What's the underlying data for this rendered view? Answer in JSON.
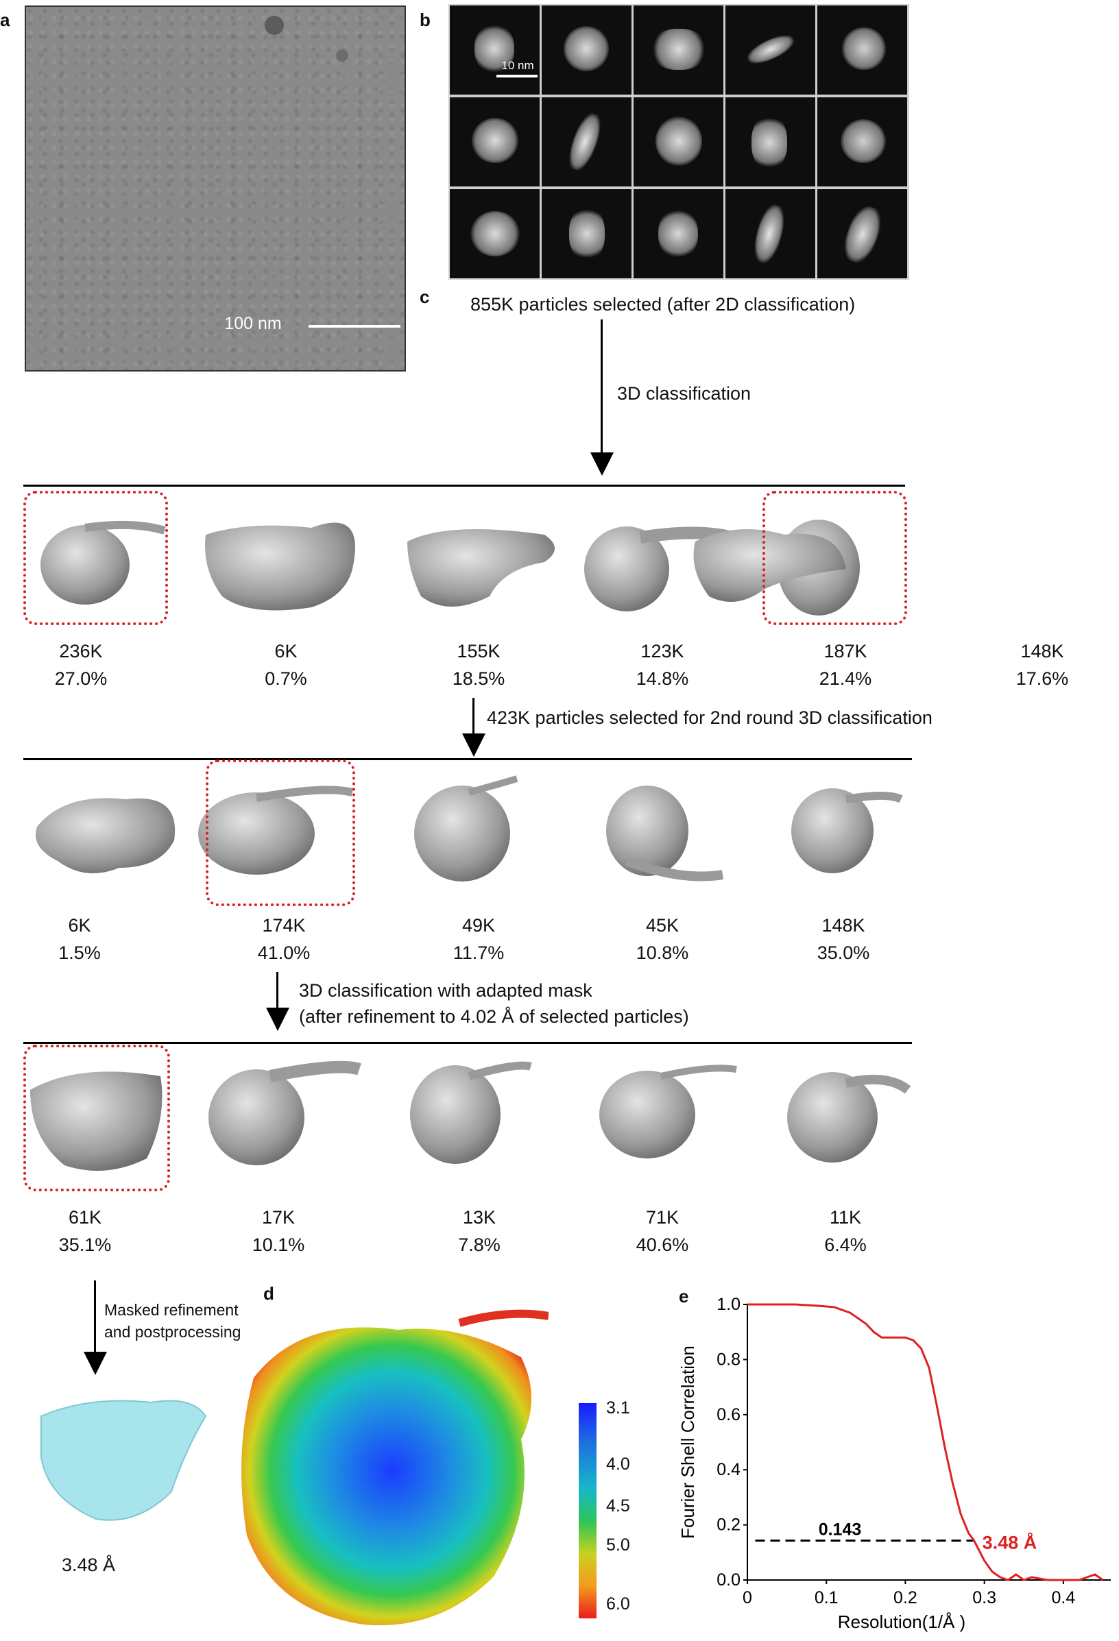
{
  "panels": {
    "a": "a",
    "b": "b",
    "c": "c",
    "d": "d",
    "e": "e"
  },
  "scalebars": {
    "micrograph": "100 nm",
    "class2d": "10 nm"
  },
  "flow": {
    "start": "855K particles selected (after 2D classification)",
    "step1": "3D classification",
    "step2": "423K particles selected for 2nd round 3D classification",
    "step3_line1": "3D classification with adapted mask",
    "step3_line2": "(after refinement to 4.02 Å  of  selected particles)",
    "step4_line1": "Masked refinement",
    "step4_line2": "and postprocessing",
    "final_resolution": "3.48 Å"
  },
  "round1": [
    {
      "count": "236K",
      "pct": "27.0%",
      "selected": true
    },
    {
      "count": "6K",
      "pct": "0.7%",
      "selected": false
    },
    {
      "count": "155K",
      "pct": "18.5%",
      "selected": false
    },
    {
      "count": "123K",
      "pct": "14.8%",
      "selected": false
    },
    {
      "count": "187K",
      "pct": "21.4%",
      "selected": true
    },
    {
      "count": "148K",
      "pct": "17.6%",
      "selected": false
    }
  ],
  "round2": [
    {
      "count": "6K",
      "pct": "1.5%",
      "selected": false
    },
    {
      "count": "174K",
      "pct": "41.0%",
      "selected": true
    },
    {
      "count": "49K",
      "pct": "11.7%",
      "selected": false
    },
    {
      "count": "45K",
      "pct": "10.8%",
      "selected": false
    },
    {
      "count": "148K",
      "pct": "35.0%",
      "selected": false
    }
  ],
  "round3": [
    {
      "count": "61K",
      "pct": "35.1%",
      "selected": true
    },
    {
      "count": "17K",
      "pct": "10.1%",
      "selected": false
    },
    {
      "count": "13K",
      "pct": "7.8%",
      "selected": false
    },
    {
      "count": "71K",
      "pct": "40.6%",
      "selected": false
    },
    {
      "count": "11K",
      "pct": "6.4%",
      "selected": false
    }
  ],
  "colorbar": {
    "labels": [
      "3.1",
      "4.0",
      "4.5",
      "5.0",
      "6.0"
    ]
  },
  "colors": {
    "selection": "#d62020",
    "fsc_curve": "#e02020",
    "final_map": "#a8e4ec"
  },
  "chart_data": {
    "type": "line",
    "xlabel": "Resolution(1/Å )",
    "ylabel": "Fourier Shell Correlation",
    "xlim": [
      0,
      0.46
    ],
    "ylim": [
      0,
      1.0
    ],
    "xticks": [
      "0",
      "0.1",
      "0.2",
      "0.3",
      "0.4"
    ],
    "yticks": [
      "0.0",
      "0.2",
      "0.4",
      "0.6",
      "0.8",
      "1.0"
    ],
    "threshold_label": "0.143",
    "threshold_value": 0.143,
    "resolution_label": "3.48 Å",
    "series": [
      {
        "x": [
          0,
          0.03,
          0.06,
          0.09,
          0.11,
          0.13,
          0.15,
          0.16,
          0.17,
          0.18,
          0.19,
          0.2,
          0.21,
          0.22,
          0.23,
          0.24,
          0.25,
          0.26,
          0.27,
          0.28,
          0.287,
          0.3,
          0.31,
          0.32,
          0.33,
          0.34,
          0.35,
          0.36,
          0.38,
          0.4,
          0.42,
          0.43,
          0.44,
          0.45
        ],
        "y": [
          1.0,
          1.0,
          1.0,
          0.995,
          0.99,
          0.97,
          0.93,
          0.9,
          0.88,
          0.88,
          0.88,
          0.88,
          0.87,
          0.84,
          0.77,
          0.63,
          0.48,
          0.35,
          0.24,
          0.17,
          0.143,
          0.07,
          0.03,
          0.01,
          0.0,
          0.02,
          0.0,
          0.01,
          0.0,
          0.0,
          0.0,
          0.01,
          0.02,
          0.0
        ]
      }
    ]
  }
}
